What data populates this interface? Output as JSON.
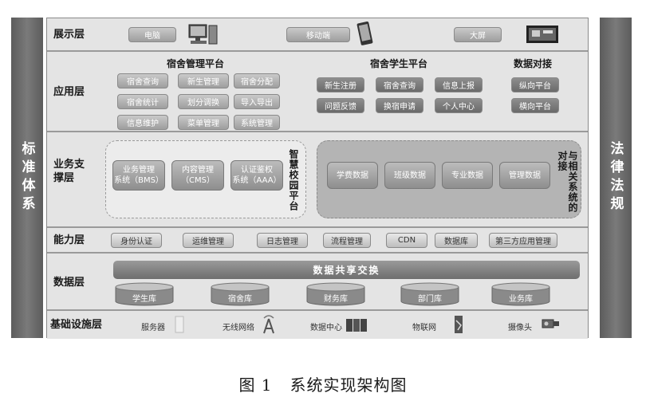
{
  "pillars": {
    "left": "标准体系",
    "right": "法律法规"
  },
  "layers": {
    "display": {
      "label": "展示层",
      "items": [
        "电脑",
        "移动端",
        "大屏"
      ]
    },
    "application": {
      "label": "应用层",
      "groups": [
        {
          "title": "宿舍管理平台",
          "items": [
            "宿舍查询",
            "新生管理",
            "宿舍分配",
            "宿舍统计",
            "划分调换",
            "导入导出",
            "信息维护",
            "菜单管理",
            "系统管理"
          ]
        },
        {
          "title": "宿舍学生平台",
          "items": [
            "新生注册",
            "宿舍查询",
            "信息上报",
            "问题反馈",
            "换宿申请",
            "个人中心"
          ]
        },
        {
          "title": "数据对接",
          "items": [
            "纵向平台",
            "横向平台"
          ]
        }
      ]
    },
    "business": {
      "label_line1": "业务支",
      "label_line2": "撑层",
      "left_blocks": [
        {
          "line1": "业务管理",
          "line2": "系统（BMS）"
        },
        {
          "line1": "内容管理",
          "line2": "（CMS）"
        },
        {
          "line1": "认证鉴权",
          "line2": "系统（AAA）"
        }
      ],
      "left_caption": "智慧校园平台",
      "right_blocks": [
        "学费数据",
        "班级数据",
        "专业数据",
        "管理数据"
      ],
      "right_caption_col1": "与相关系统的",
      "right_caption_col2": "对接"
    },
    "capability": {
      "label": "能力层",
      "items": [
        "身份认证",
        "运维管理",
        "日志管理",
        "流程管理",
        "CDN",
        "数据库",
        "第三方应用管理"
      ]
    },
    "data": {
      "label": "数据层",
      "exchange": "数据共享交换",
      "databases": [
        "学生库",
        "宿舍库",
        "财务库",
        "部门库",
        "业务库"
      ]
    },
    "infrastructure": {
      "label": "基础设施层",
      "items": [
        "服务器",
        "无线网络",
        "数据中心",
        "物联网",
        "摄像头"
      ]
    }
  },
  "caption": {
    "figure": "图 1",
    "title": "系统实现架构图"
  },
  "icons": [
    "computer-icon",
    "phone-icon",
    "big-screen-icon",
    "server-icon",
    "wifi-tower-icon",
    "datacenter-icon",
    "iot-icon",
    "camera-icon"
  ]
}
